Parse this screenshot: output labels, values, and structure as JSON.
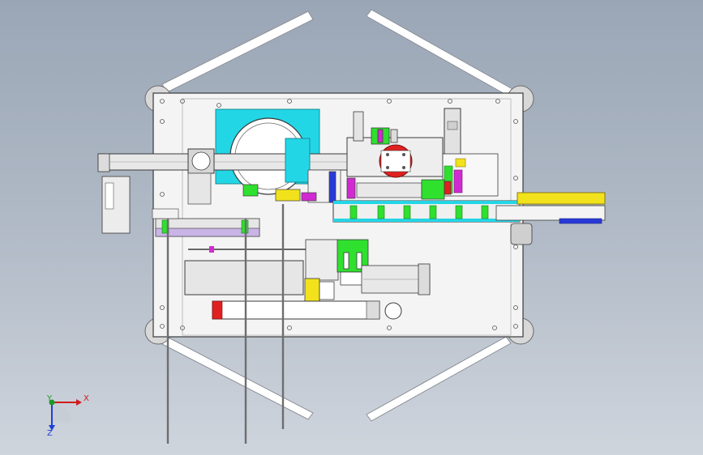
{
  "viewport": {
    "background_top": "#9aa6b6",
    "background_bottom": "#cfd5dd"
  },
  "triad": {
    "x_label": "X",
    "y_label": "Y",
    "z_label": "Z",
    "x_color": "#d21a1a",
    "y_color": "#1c9a2a",
    "z_color": "#1f3fd6"
  },
  "colors": {
    "plate": "#f4f4f4",
    "outline": "#3a3a3a",
    "cyan": "#23d6e6",
    "green": "#2fe02f",
    "yellow": "#f2e21c",
    "red": "#e02020",
    "magenta": "#d22ad2",
    "blue": "#2a3ad8",
    "gray_part": "#c9c9c9"
  }
}
